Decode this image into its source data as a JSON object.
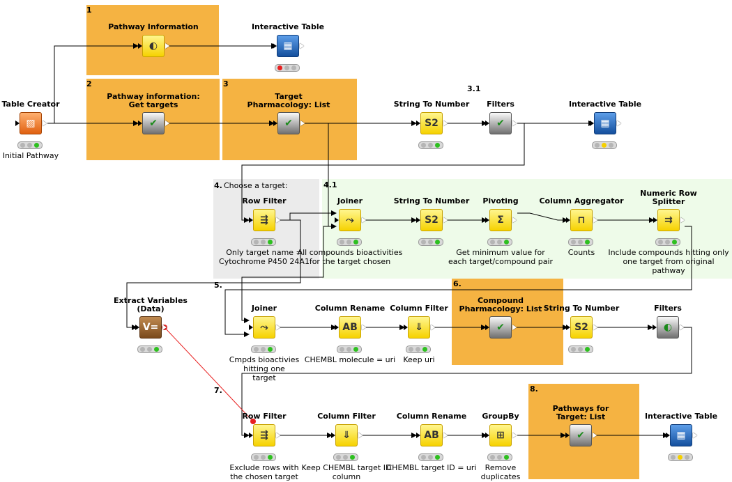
{
  "annotations": [
    {
      "id": "a1",
      "number": "1",
      "text": ""
    },
    {
      "id": "a2",
      "number": "2",
      "text": ""
    },
    {
      "id": "a3",
      "number": "3",
      "text": ""
    },
    {
      "id": "a31",
      "number": "3.1",
      "text": ""
    },
    {
      "id": "a4",
      "number": "4.",
      "text": "Choose a target:"
    },
    {
      "id": "a41",
      "number": "4.1",
      "text": ""
    },
    {
      "id": "a5",
      "number": "5.",
      "text": ""
    },
    {
      "id": "a6",
      "number": "6.",
      "text": ""
    },
    {
      "id": "a7",
      "number": "7.",
      "text": ""
    },
    {
      "id": "a8",
      "number": "8.",
      "text": ""
    }
  ],
  "nodes": {
    "table_creator": {
      "title": "Table Creator",
      "desc": "Initial Pathway",
      "icon": "table-creator-icon",
      "status": [
        "gray",
        "gray",
        "green"
      ]
    },
    "pathway_info": {
      "title": "Pathway Information",
      "desc": "",
      "icon": "metanode-icon",
      "status": null
    },
    "interactive_table_1": {
      "title": "Interactive Table",
      "desc": "",
      "icon": "table-view-icon",
      "status": [
        "red",
        "gray",
        "gray"
      ]
    },
    "pathway_targets": {
      "title": "Pathway information:\nGet targets",
      "desc": "",
      "icon": "checkmark-icon",
      "status": null
    },
    "target_pharm": {
      "title": "Target\nPharmacology: List",
      "desc": "",
      "icon": "checkmark-icon",
      "status": null
    },
    "string_to_number_1": {
      "title": "String To Number",
      "desc": "",
      "icon": "string-to-number-icon",
      "status": [
        "gray",
        "gray",
        "green"
      ]
    },
    "filters_1": {
      "title": "Filters",
      "desc": "",
      "icon": "checkmark-icon",
      "status": null
    },
    "interactive_table_2": {
      "title": "Interactive Table",
      "desc": "",
      "icon": "table-view-icon",
      "status": [
        "gray",
        "yellow",
        "gray"
      ]
    },
    "row_filter_1": {
      "title": "Row Filter",
      "desc": "Only target name =\nCytochrome P450 24A1",
      "icon": "row-filter-icon",
      "status": [
        "gray",
        "gray",
        "green"
      ]
    },
    "joiner_1": {
      "title": "Joiner",
      "desc": "All compounds bioactivities\nfor the target chosen",
      "icon": "joiner-icon",
      "status": [
        "gray",
        "gray",
        "green"
      ]
    },
    "string_to_number_2": {
      "title": "String To Number",
      "desc": "",
      "icon": "string-to-number-icon",
      "status": [
        "gray",
        "gray",
        "green"
      ]
    },
    "pivoting": {
      "title": "Pivoting",
      "desc": "Get minimum value for\neach target/compound pair",
      "icon": "pivoting-icon",
      "status": [
        "gray",
        "gray",
        "green"
      ]
    },
    "column_aggregator": {
      "title": "Column Aggregator",
      "desc": "Counts",
      "icon": "column-aggregator-icon",
      "status": [
        "gray",
        "gray",
        "green"
      ]
    },
    "numeric_row_splitter": {
      "title": "Numeric Row\nSplitter",
      "desc": "Include compounds hitting only\none target from original pathway",
      "icon": "row-splitter-icon",
      "status": [
        "gray",
        "gray",
        "green"
      ]
    },
    "extract_variables": {
      "title": "Extract Variables\n(Data)",
      "desc": "",
      "icon": "extract-variables-icon",
      "status": [
        "gray",
        "gray",
        "green"
      ]
    },
    "joiner_2": {
      "title": "Joiner",
      "desc": "Cmpds bioactivies\nhitting one\ntarget",
      "icon": "joiner-icon",
      "status": [
        "gray",
        "gray",
        "green"
      ]
    },
    "column_rename_1": {
      "title": "Column Rename",
      "desc": "CHEMBL molecule = uri",
      "icon": "column-rename-icon",
      "status": [
        "gray",
        "gray",
        "green"
      ]
    },
    "column_filter_1": {
      "title": "Column Filter",
      "desc": "Keep uri",
      "icon": "column-filter-icon",
      "status": [
        "gray",
        "gray",
        "green"
      ]
    },
    "compound_pharm": {
      "title": "Compound\nPharmacology: List",
      "desc": "",
      "icon": "checkmark-icon",
      "status": null
    },
    "string_to_number_3": {
      "title": "String To Number",
      "desc": "",
      "icon": "string-to-number-icon",
      "status": [
        "gray",
        "gray",
        "green"
      ]
    },
    "filters_2": {
      "title": "Filters",
      "desc": "",
      "icon": "metanode-icon",
      "status": null
    },
    "row_filter_2": {
      "title": "Row Filter",
      "desc": "Exclude rows with\nthe chosen target",
      "icon": "row-filter-icon",
      "status": [
        "gray",
        "gray",
        "green"
      ]
    },
    "column_filter_2": {
      "title": "Column Filter",
      "desc": "Keep CHEMBL target ID\ncolumn",
      "icon": "column-filter-icon",
      "status": [
        "gray",
        "gray",
        "green"
      ]
    },
    "column_rename_2": {
      "title": "Column Rename",
      "desc": "CHEMBL target ID = uri",
      "icon": "column-rename-icon",
      "status": [
        "gray",
        "gray",
        "green"
      ]
    },
    "groupby": {
      "title": "GroupBy",
      "desc": "Remove\nduplicates",
      "icon": "groupby-icon",
      "status": [
        "gray",
        "gray",
        "green"
      ]
    },
    "pathways_target": {
      "title": "Pathways for\nTarget: List",
      "desc": "",
      "icon": "checkmark-icon",
      "status": null
    },
    "interactive_table_3": {
      "title": "Interactive Table",
      "desc": "",
      "icon": "table-view-icon",
      "status": [
        "gray",
        "yellow",
        "gray"
      ]
    }
  },
  "colors": {
    "annotation_orange": "#f5b342",
    "annotation_gray": "#ebebeb",
    "annotation_green": "#eefbe9",
    "wire": "#000000",
    "variable_wire": "#e82020"
  }
}
